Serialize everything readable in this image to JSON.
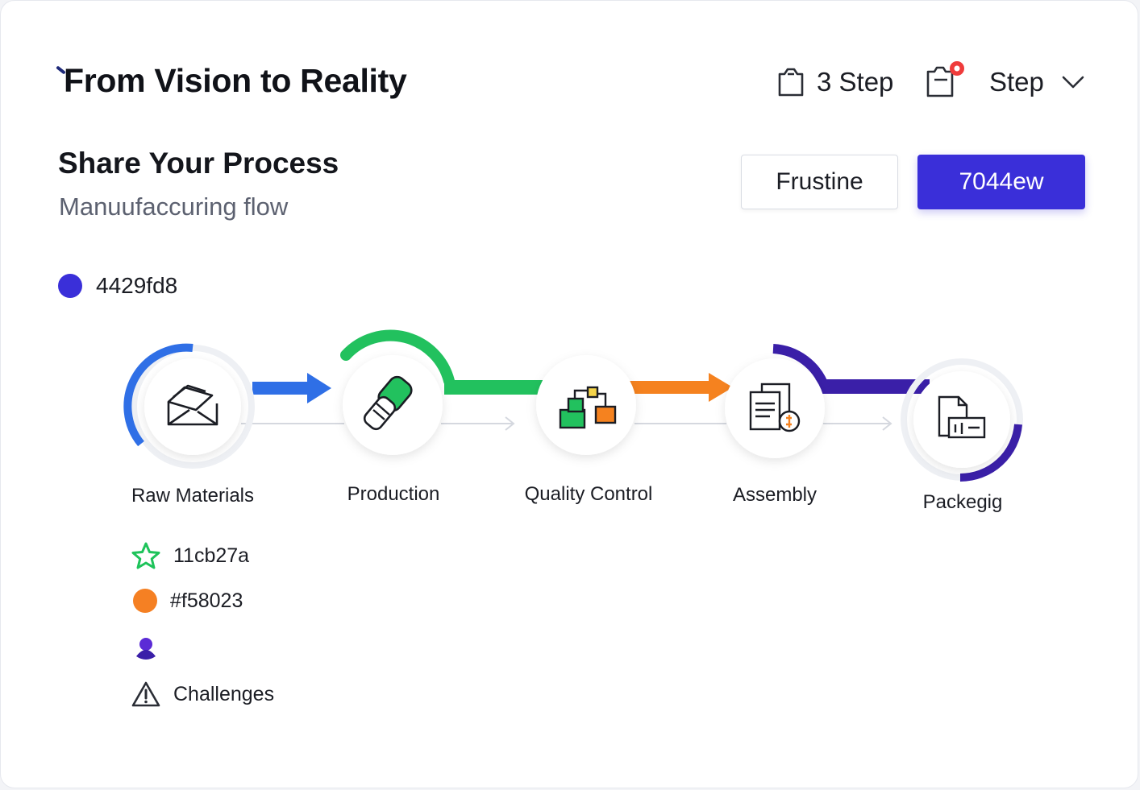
{
  "header": {
    "title": "From Vision to Reality",
    "step_count": "3 Step",
    "step_menu": "Step"
  },
  "section": {
    "title": "Share Your Process",
    "description": "Manuufaccuring flow"
  },
  "buttons": {
    "secondary": "Frustine",
    "primary": "7044ew"
  },
  "legend_top": {
    "label": "4429fd8",
    "color": "#3a2fd9"
  },
  "steps": [
    {
      "label": "Raw Materials",
      "icon": "raw-materials-icon",
      "accent": "#2f6fe6"
    },
    {
      "label": "Production",
      "icon": "production-icon",
      "accent": "#22c15e"
    },
    {
      "label": "Quality Control",
      "icon": "quality-control-icon",
      "accent": "#f5821f"
    },
    {
      "label": "Assembly",
      "icon": "assembly-icon",
      "accent": "#3a1fa8"
    },
    {
      "label": "Packegig",
      "icon": "packaging-icon",
      "accent": "#3a1fa8"
    }
  ],
  "legend": [
    {
      "label": "11cb27a",
      "icon": "star-icon",
      "color": "#1ec35a"
    },
    {
      "label": "#f58023",
      "icon": "orange-dot-icon",
      "color": "#f58023"
    },
    {
      "label": "",
      "icon": "purple-figure-icon",
      "color": "#5b2bd6"
    },
    {
      "label": "Challenges",
      "icon": "warning-icon",
      "color": "#2a2d35"
    }
  ],
  "colors": {
    "blue": "#2f6fe6",
    "green": "#22c15e",
    "orange": "#f5821f",
    "indigo": "#3a1fa8",
    "primary": "#3a2fd9"
  }
}
